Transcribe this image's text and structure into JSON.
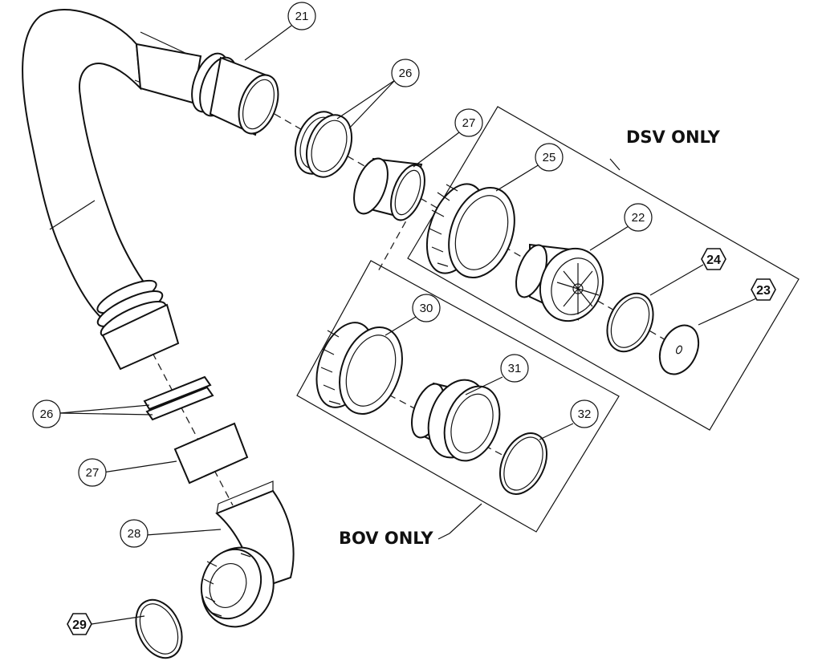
{
  "diagram": {
    "callouts": [
      {
        "id": "21",
        "style": "circle"
      },
      {
        "id": "26",
        "style": "circle"
      },
      {
        "id": "27",
        "style": "circle"
      },
      {
        "id": "25",
        "style": "circle"
      },
      {
        "id": "22",
        "style": "circle"
      },
      {
        "id": "24",
        "style": "hexagon"
      },
      {
        "id": "23",
        "style": "hexagon"
      },
      {
        "id": "30",
        "style": "circle"
      },
      {
        "id": "31",
        "style": "circle"
      },
      {
        "id": "32",
        "style": "circle"
      },
      {
        "id": "26",
        "style": "circle"
      },
      {
        "id": "27",
        "style": "circle"
      },
      {
        "id": "28",
        "style": "circle"
      },
      {
        "id": "29",
        "style": "hexagon"
      }
    ],
    "groups": [
      {
        "label": "DSV ONLY"
      },
      {
        "label": "BOV ONLY"
      }
    ]
  }
}
